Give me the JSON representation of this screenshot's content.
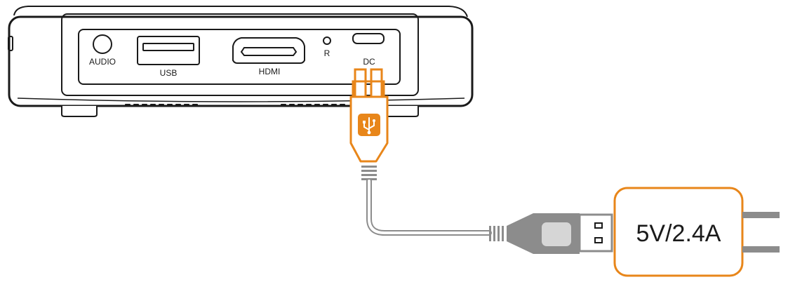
{
  "ports": {
    "audio": "AUDIO",
    "usb": "USB",
    "hdmi": "HDMI",
    "reset": "R",
    "dc": "DC"
  },
  "adapter": {
    "rating": "5V/2.4A"
  },
  "connector_icon": "usb-symbol",
  "colors": {
    "accent": "#e8861a",
    "device_outline": "#1a1a1a",
    "cable_gray": "#8c8c8c",
    "plug_light": "#d6d6d6"
  }
}
